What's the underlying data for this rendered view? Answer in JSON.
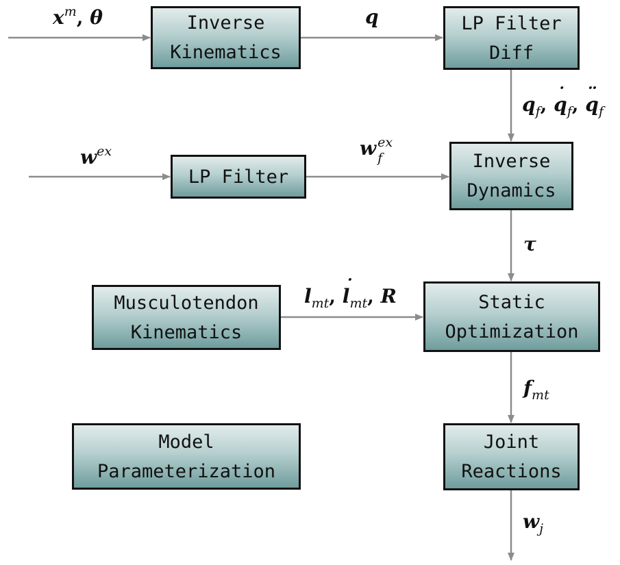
{
  "boxes": {
    "inverse_kinematics": {
      "line1": "Inverse",
      "line2": "Kinematics"
    },
    "lp_filter_diff": {
      "line1": "LP Filter",
      "line2": "Diff"
    },
    "lp_filter": {
      "line1": "LP Filter"
    },
    "inverse_dynamics": {
      "line1": "Inverse",
      "line2": "Dynamics"
    },
    "musculotendon_kinematics": {
      "line1": "Musculotendon",
      "line2": "Kinematics"
    },
    "static_optimization": {
      "line1": "Static",
      "line2": "Optimization"
    },
    "model_parameterization": {
      "line1": "Model",
      "line2": "Parameterization"
    },
    "joint_reactions": {
      "line1": "Joint",
      "line2": "Reactions"
    }
  },
  "labels": {
    "xm": {
      "base": "x",
      "sup": "m",
      "sep": ", ",
      "theta": "θ"
    },
    "q": {
      "base": "q"
    },
    "qf": {
      "q1": "q",
      "s1": "f",
      "c1": ", ",
      "q2": "q",
      "d2": "˙",
      "s2": "f",
      "c2": ", ",
      "q3": "q",
      "d3": "¨",
      "s3": "f"
    },
    "wex": {
      "base": "w",
      "sup": "ex"
    },
    "wfex": {
      "base": "w",
      "sup": "ex",
      "sub": "f"
    },
    "tau": {
      "base": "τ"
    },
    "lmt": {
      "l1": "l",
      "s1": "mt",
      "c1": ", ",
      "l2": "l",
      "d2": "˙",
      "s2": "mt",
      "c2": ", ",
      "r": "R"
    },
    "fmt": {
      "base": "f",
      "sub": "mt"
    },
    "wj": {
      "base": "w",
      "sub": "j"
    }
  },
  "colors": {
    "arrow": "#8c8c8c",
    "border": "#111111",
    "fill_top": "#e2ebeb",
    "fill_bottom": "#6f9d9d"
  }
}
